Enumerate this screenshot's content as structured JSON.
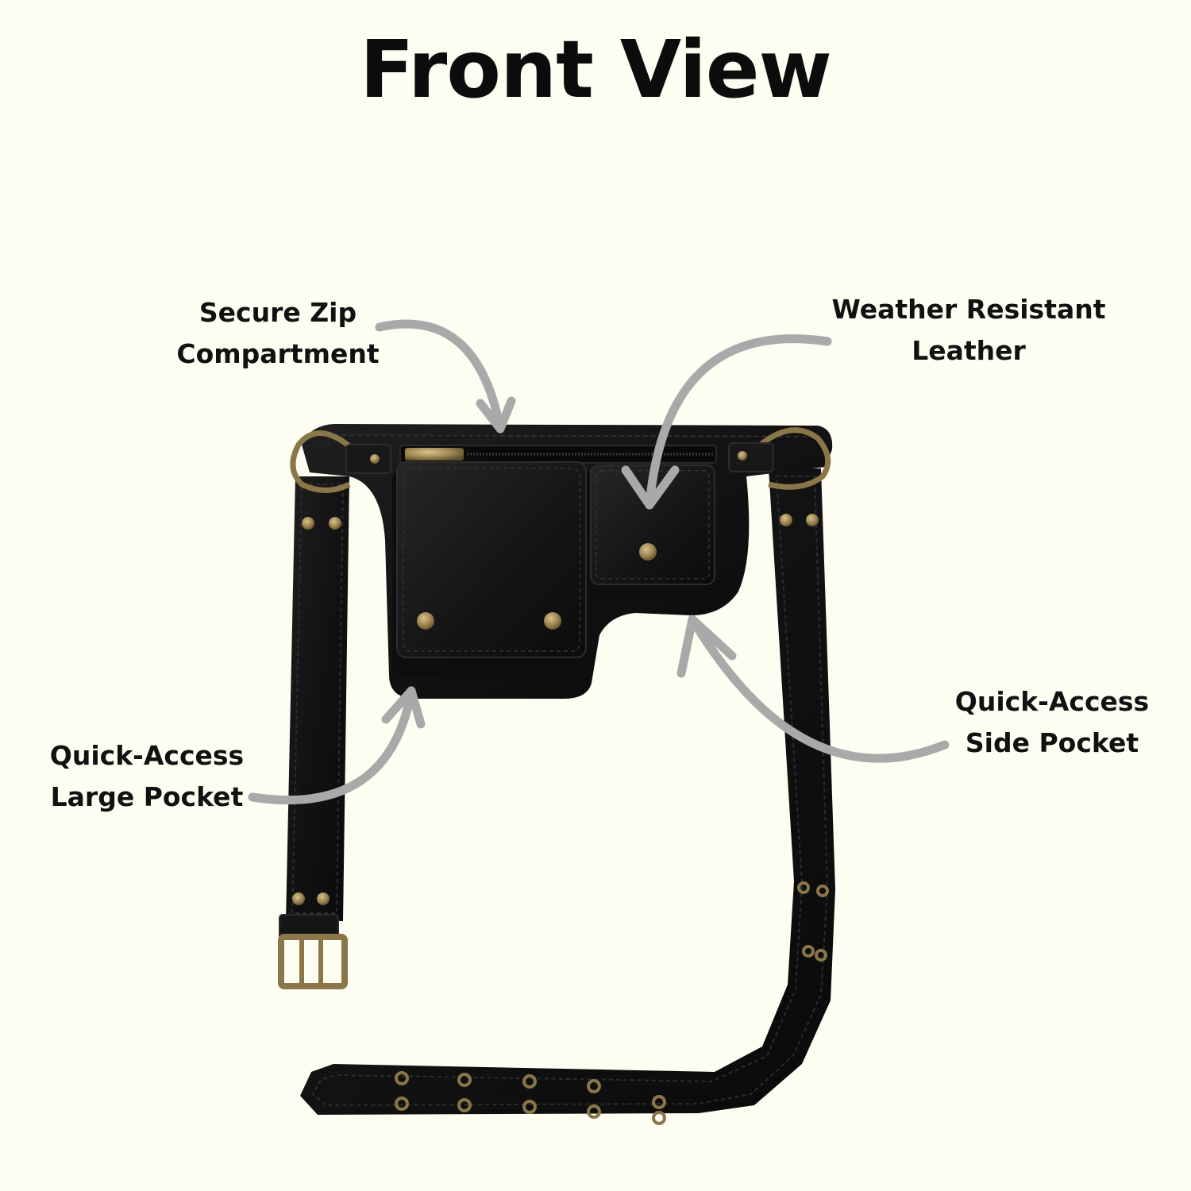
{
  "title": "Front View",
  "colors": {
    "background": "#fdfdf1",
    "leather": "#121212",
    "hardware": "#8a7648",
    "arrow": "#a9a9a9"
  },
  "product_image": {
    "subject": "black leather belt bag with brass hardware",
    "icon": "belt-bag-image"
  },
  "callouts": [
    {
      "id": "zip",
      "lines": [
        "Secure Zip",
        "Compartment"
      ]
    },
    {
      "id": "weather",
      "lines": [
        "Weather Resistant",
        "Leather"
      ]
    },
    {
      "id": "large",
      "lines": [
        "Quick-Access",
        "Large Pocket"
      ]
    },
    {
      "id": "side",
      "lines": [
        "Quick-Access",
        "Side Pocket"
      ]
    }
  ]
}
